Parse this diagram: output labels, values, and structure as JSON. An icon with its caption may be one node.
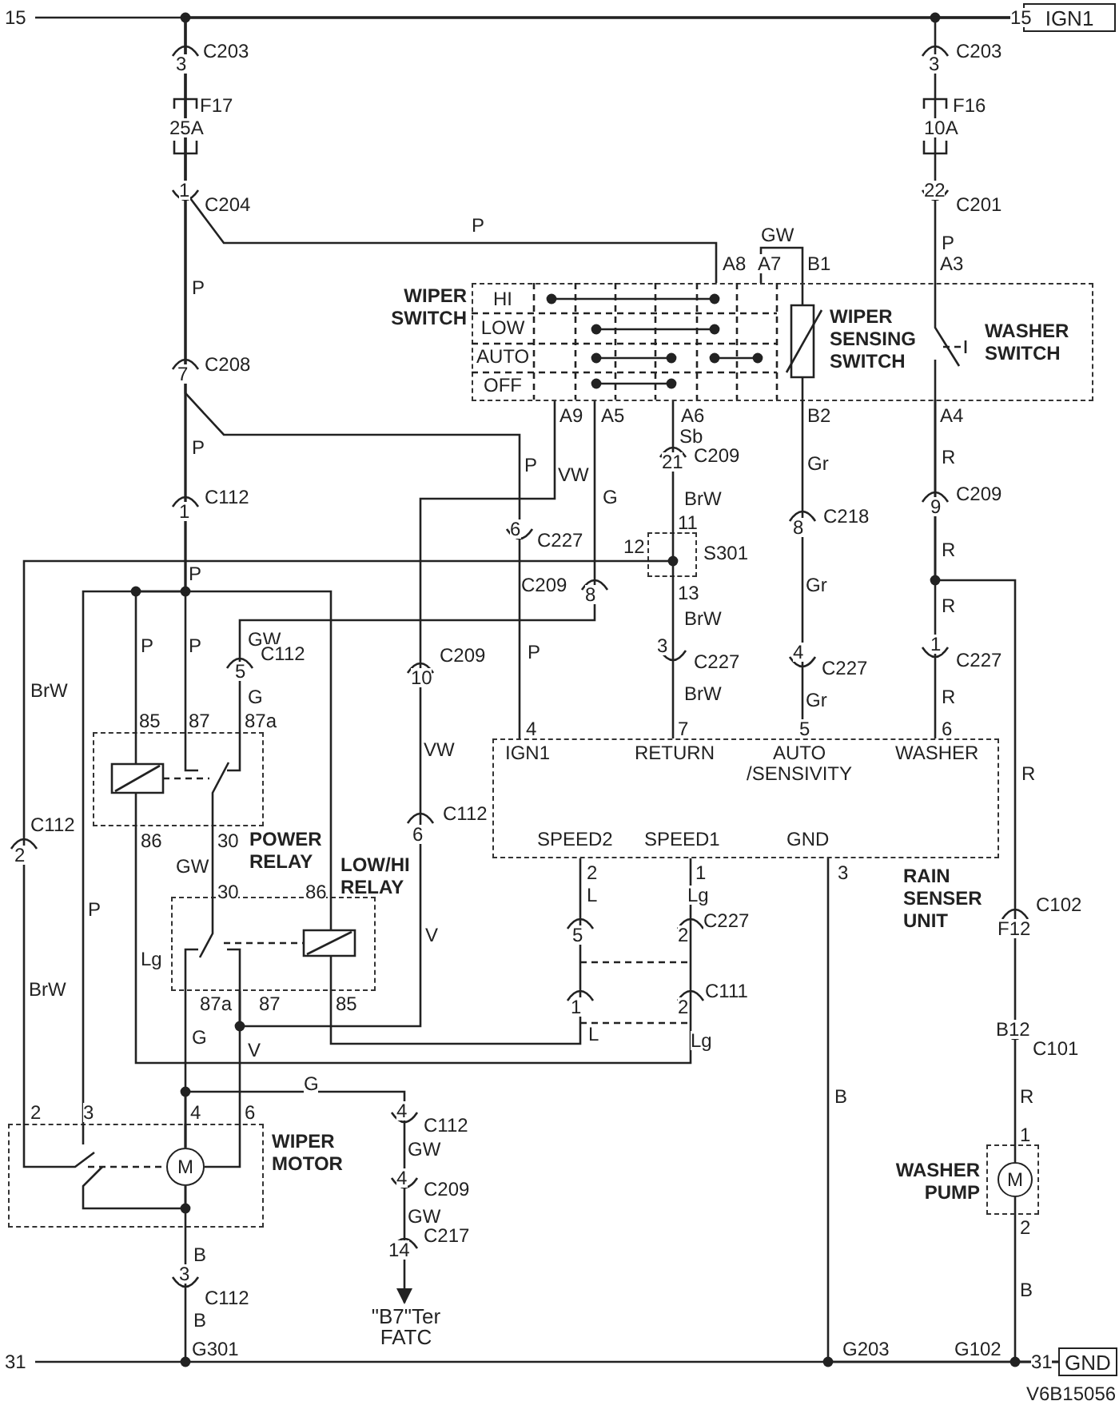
{
  "diagram": {
    "nodes": [
      {
        "text": [
          "IGN1"
        ]
      },
      {
        "text": [
          "GND"
        ]
      },
      {
        "text": [
          "WIPER SWITCH",
          "HI",
          "LOW",
          "AUTO",
          "OFF"
        ]
      },
      {
        "text": [
          "WIPER SENSING SWITCH"
        ],
        "in": 2
      },
      {
        "text": [
          "WASHER SWITCH"
        ],
        "in": 2
      },
      {
        "text": [
          "S301"
        ]
      },
      {
        "text": [
          "POWER RELAY"
        ]
      },
      {
        "text": [
          "LOW/HI RELAY"
        ]
      },
      {
        "text": [
          "RAIN SENSER UNIT",
          "IGN1",
          "RETURN",
          "AUTO /SENSIVITY",
          "WASHER",
          "SPEED2",
          "SPEED1",
          "GND"
        ]
      },
      {
        "text": [
          "WIPER MOTOR"
        ]
      },
      {
        "text": [
          "M"
        ],
        "in": 9
      },
      {
        "text": [
          "WASHER PUMP"
        ]
      },
      {
        "text": [
          "M"
        ],
        "in": 11
      },
      {
        "text": [
          "\"B7\"Ter FATC"
        ]
      }
    ],
    "edges": [
      {
        "from": 0,
        "to": 2,
        "arrow": "none"
      },
      {
        "from": 0,
        "to": 6,
        "arrow": "none"
      },
      {
        "from": 0,
        "to": 7,
        "arrow": "none"
      },
      {
        "from": 0,
        "to": 9,
        "arrow": "none"
      },
      {
        "from": 0,
        "to": 8,
        "arrow": "none"
      },
      {
        "from": 0,
        "to": 4,
        "arrow": "none"
      },
      {
        "from": 4,
        "to": 8,
        "arrow": "none"
      },
      {
        "from": 4,
        "to": 11,
        "arrow": "none"
      },
      {
        "from": 3,
        "to": 8,
        "arrow": "none"
      },
      {
        "from": 2,
        "to": 5,
        "arrow": "none"
      },
      {
        "from": 5,
        "to": 8,
        "arrow": "none"
      },
      {
        "from": 5,
        "to": 9,
        "arrow": "none"
      },
      {
        "from": 2,
        "to": 7,
        "arrow": "none"
      },
      {
        "from": 2,
        "to": 6,
        "arrow": "none"
      },
      {
        "from": 6,
        "to": 7,
        "arrow": "none"
      },
      {
        "from": 6,
        "to": 8,
        "arrow": "none"
      },
      {
        "from": 7,
        "to": 8,
        "arrow": "none"
      },
      {
        "from": 7,
        "to": 10,
        "arrow": "none"
      },
      {
        "from": 7,
        "to": 10,
        "arrow": "none"
      },
      {
        "from": 10,
        "to": 13,
        "arrow": "to"
      },
      {
        "from": 8,
        "to": 1,
        "arrow": "none"
      },
      {
        "from": 10,
        "to": 1,
        "arrow": "none"
      },
      {
        "from": 12,
        "to": 1,
        "arrow": "none"
      },
      {
        "from": 2,
        "to": 3,
        "arrow": "none"
      }
    ],
    "labels": [
      "15",
      "15",
      "C203",
      "C203",
      "3",
      "3",
      "F17",
      "F16",
      "25A",
      "10A",
      "1",
      "C204",
      "22",
      "C201",
      "P",
      "GW",
      "P",
      "A8",
      "A7",
      "B1",
      "A3",
      "P",
      "7",
      "C208",
      "A9",
      "A5",
      "A6",
      "B2",
      "A4",
      "P",
      "Sb",
      "P",
      "VW",
      "21",
      "C209",
      "Gr",
      "R",
      "1",
      "C112",
      "G",
      "BrW",
      "9",
      "C209",
      "6",
      "11",
      "8",
      "C218",
      "C227",
      "12",
      "R",
      "P",
      "C209",
      "8",
      "13",
      "Gr",
      "BrW",
      "R",
      "P",
      "P",
      "GW",
      "C112",
      "C209",
      "P",
      "3",
      "4",
      "1",
      "5",
      "C227",
      "C227",
      "C227",
      "BrW",
      "G",
      "10",
      "BrW",
      "Gr",
      "R",
      "85",
      "87",
      "87a",
      "4",
      "7",
      "5",
      "6",
      "VW",
      "R",
      "C112",
      "C112",
      "86",
      "30",
      "6",
      "2",
      "GW",
      "2",
      "1",
      "3",
      "P",
      "30",
      "86",
      "L",
      "Lg",
      "C227",
      "C102",
      "V",
      "5",
      "2",
      "F12",
      "Lg",
      "BrW",
      "87a",
      "87",
      "85",
      "1",
      "2",
      "C111",
      "G",
      "L",
      "Lg",
      "B12",
      "V",
      "C101",
      "G",
      "B",
      "R",
      "2",
      "3",
      "4",
      "6",
      "4",
      "C112",
      "GW",
      "1",
      "4",
      "C209",
      "GW",
      "2",
      "14",
      "C217",
      "B",
      "3",
      "C112",
      "B",
      "B",
      "31",
      "G301",
      "G203",
      "G102",
      "31",
      "V6B15056"
    ]
  }
}
